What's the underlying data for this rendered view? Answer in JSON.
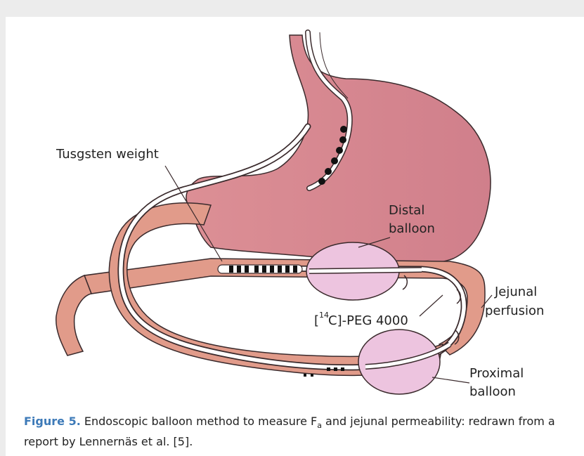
{
  "diagram": {
    "labels": {
      "tungsten_weight": "Tusgsten weight",
      "distal_balloon_line1": "Distal",
      "distal_balloon_line2": "balloon",
      "peg_open_bracket": "[",
      "peg_superscript": "14",
      "peg_rest": "C]-PEG 4000",
      "jejunal_perfusion_line1": "Jejunal",
      "jejunal_perfusion_line2": "perfusion",
      "proximal_balloon_line1": "Proximal",
      "proximal_balloon_line2": "balloon"
    },
    "colors": {
      "stomach_fill": "#d98a91",
      "intestine_fill": "#e19b8a",
      "outline": "#3a2a2c",
      "balloon_fill": "#edc4df",
      "tube_fill": "#ffffff"
    }
  },
  "caption": {
    "label": "Figure 5.",
    "text_before_sub": " Endoscopic balloon method to measure F",
    "subscript": "a",
    "text_after_sub": " and jejunal permeability: redrawn from a report by Lennernäs et al. [5]."
  }
}
